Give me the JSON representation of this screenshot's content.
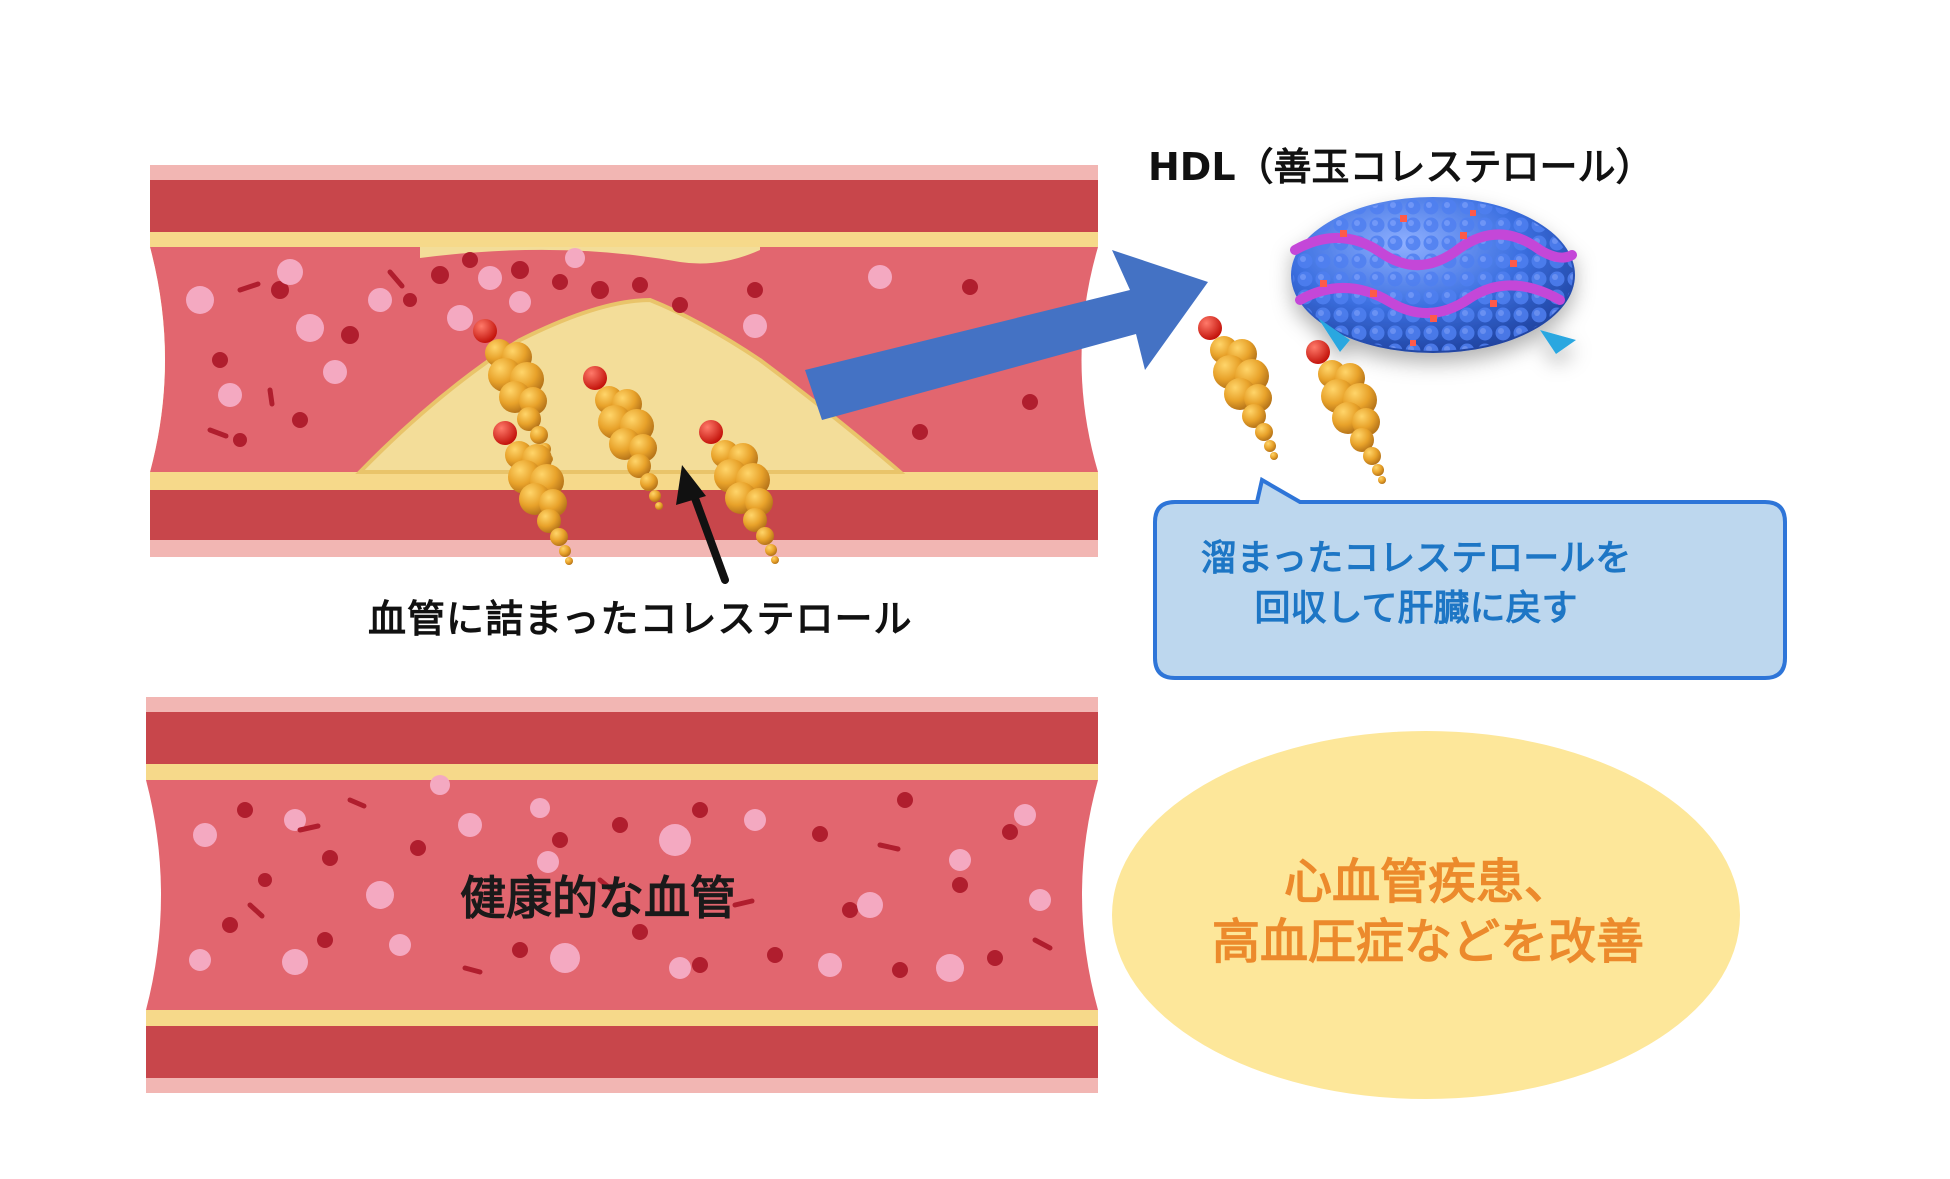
{
  "labels": {
    "clogged_vessel": "血管に詰まったコレステロール",
    "healthy_vessel": "健康的な血管",
    "hdl_title": "HDL（善玉コレステロール）"
  },
  "callout": {
    "line1": "溜まったコレステロールを",
    "line2": "回収して肝臓に戻す"
  },
  "benefit": {
    "line1": "心血管疾患、",
    "line2": "高血圧症などを改善"
  },
  "colors": {
    "vessel_outer": "#f2b6b3",
    "vessel_wall": "#c8464b",
    "vessel_lumen": "#e2666f",
    "plaque": "#f3dd99",
    "cholesterol": "#e8a22a",
    "arrow_blue": "#4472c4",
    "callout_fill": "#bdd7ee",
    "callout_border": "#2e75d8",
    "benefit_fill": "#fde79a",
    "benefit_text": "#ec8a2c",
    "hdl_particle": "#3b6fe0"
  },
  "icons": [
    "cholesterol-molecule-icon",
    "hdl-particle-icon",
    "pointer-arrow-icon",
    "transfer-arrow-icon"
  ]
}
